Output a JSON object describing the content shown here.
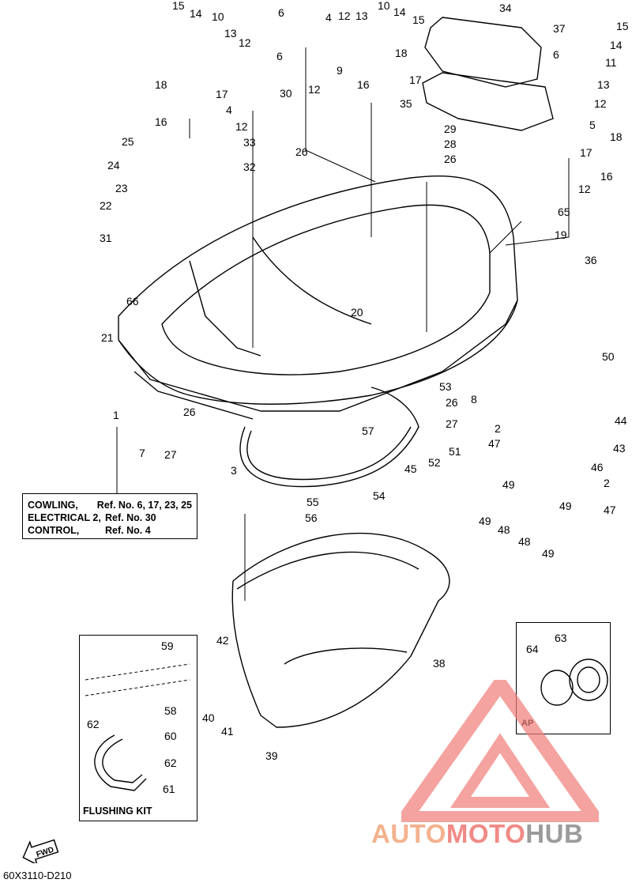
{
  "labels": {
    "l1": "1",
    "l2a": "2",
    "l2b": "2",
    "l3": "3",
    "l4a": "4",
    "l4b": "4",
    "l5": "5",
    "l6a": "6",
    "l6b": "6",
    "l6c": "6",
    "l7": "7",
    "l8": "8",
    "l9": "9",
    "l10a": "10",
    "l10b": "10",
    "l11": "11",
    "l12a": "12",
    "l12b": "12",
    "l12c": "12",
    "l12d": "12",
    "l12e": "12",
    "l12f": "12",
    "l13a": "13",
    "l13b": "13",
    "l13c": "13",
    "l14a": "14",
    "l14b": "14",
    "l14c": "14",
    "l15a": "15",
    "l15b": "15",
    "l15c": "15",
    "l16a": "16",
    "l16b": "16",
    "l16c": "16",
    "l17a": "17",
    "l17b": "17",
    "l17c": "17",
    "l18a": "18",
    "l18b": "18",
    "l18c": "18",
    "l19": "19",
    "l20": "20",
    "l21": "21",
    "l22": "22",
    "l23": "23",
    "l24": "24",
    "l25": "25",
    "l26a": "26",
    "l26b": "26",
    "l26c": "26",
    "l26d": "26",
    "l27a": "27",
    "l27b": "27",
    "l28": "28",
    "l29": "29",
    "l30": "30",
    "l31": "31",
    "l32": "32",
    "l33": "33",
    "l34": "34",
    "l35": "35",
    "l36": "36",
    "l37": "37",
    "l38": "38",
    "l39": "39",
    "l40": "40",
    "l41": "41",
    "l42": "42",
    "l43": "43",
    "l44": "44",
    "l45": "45",
    "l46": "46",
    "l47a": "47",
    "l47b": "47",
    "l48a": "48",
    "l48b": "48",
    "l49a": "49",
    "l49b": "49",
    "l49c": "49",
    "l49d": "49",
    "l50": "50",
    "l51": "51",
    "l52": "52",
    "l53": "53",
    "l54": "54",
    "l55": "55",
    "l56": "56",
    "l57": "57",
    "l58": "58",
    "l59": "59",
    "l60": "60",
    "l61": "61",
    "l62a": "62",
    "l62b": "62",
    "l63": "63",
    "l64": "64",
    "l65": "65",
    "l66": "66"
  },
  "reference_box": {
    "row1": {
      "key": "COWLING,",
      "value": "Ref. No. 6, 17, 23, 25"
    },
    "row2": {
      "key": "ELECTRICAL 2,",
      "value": "Ref. No. 30"
    },
    "row3": {
      "key": "CONTROL,",
      "value": "Ref. No. 4"
    }
  },
  "flushing_kit": {
    "title": "FLUSHING KIT"
  },
  "ap_inset": {
    "title": "AP"
  },
  "direction_marker": "FWD",
  "drawing_code": "60X3110-D210",
  "watermark": {
    "part1": "AUTO",
    "part2": "MOTO",
    "part3": "HUB"
  },
  "colors": {
    "line": "#000000",
    "watermark_orange": "#f3b28e",
    "watermark_red": "#f08a86",
    "watermark_gray": "#9b9b9b"
  }
}
